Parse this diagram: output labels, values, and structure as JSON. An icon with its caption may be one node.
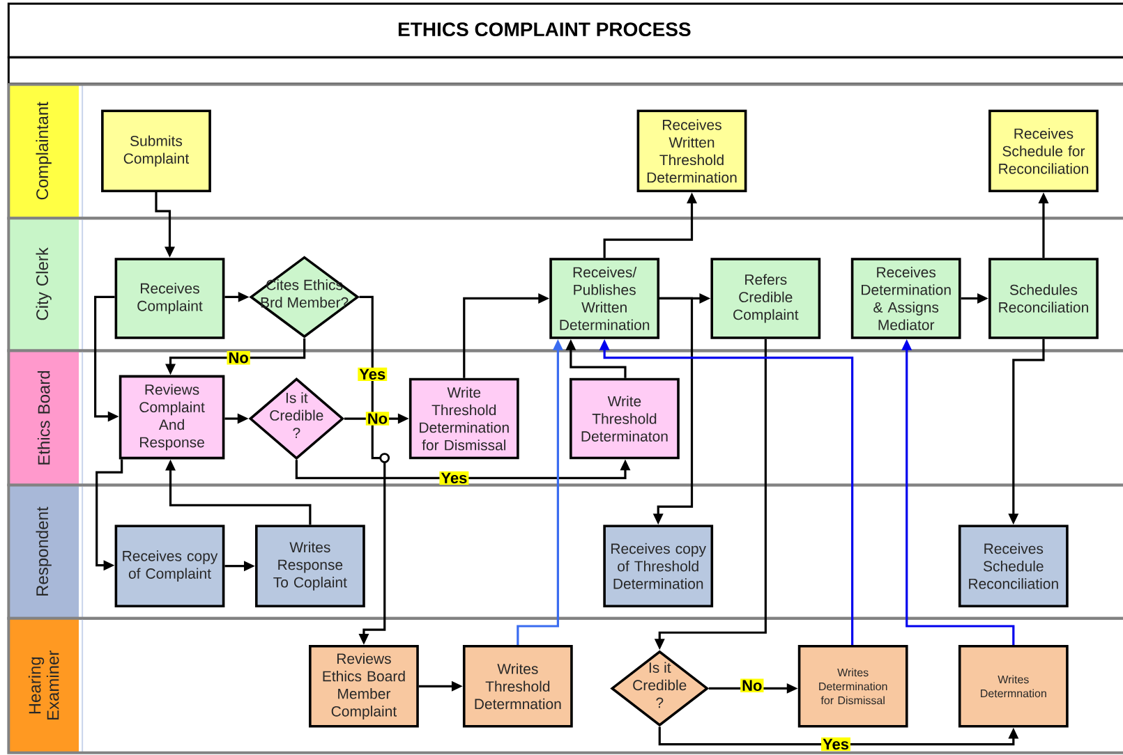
{
  "diagram": {
    "title": "ETHICS COMPLAINT PROCESS",
    "nodes": [
      {
        "text": [
          "Complaintant"
        ]
      },
      {
        "text": [
          "City Clerk"
        ]
      },
      {
        "text": [
          "Ethics Board"
        ]
      },
      {
        "text": [
          "Respondent"
        ]
      },
      {
        "text": [
          "Hearing Examiner"
        ]
      },
      {
        "text": [
          "Submits Complaint"
        ],
        "in": 0
      },
      {
        "text": [
          "Receives Written Threshold Determination"
        ],
        "in": 0
      },
      {
        "text": [
          "Receives Schedule for Reconciliation"
        ],
        "in": 0
      },
      {
        "text": [
          "Receives Complaint"
        ],
        "in": 1
      },
      {
        "text": [
          "Cites Ethics Brd Member?"
        ],
        "in": 1
      },
      {
        "text": [
          "Receives/ Publishes Written Determination"
        ],
        "in": 1
      },
      {
        "text": [
          "Refers Credible Complaint"
        ],
        "in": 1
      },
      {
        "text": [
          "Receives Determination & Assigns Mediator"
        ],
        "in": 1
      },
      {
        "text": [
          "Schedules Reconciliation"
        ],
        "in": 1
      },
      {
        "text": [
          "Reviews Complaint And Response"
        ],
        "in": 2
      },
      {
        "text": [
          "Is it Credible ?"
        ],
        "in": 2
      },
      {
        "text": [
          "Write Threshold Determination for Dismissal"
        ],
        "in": 2
      },
      {
        "text": [
          "Write Threshold Determinaton"
        ],
        "in": 2
      },
      {
        "text": [
          "Receives copy of Complaint"
        ],
        "in": 3
      },
      {
        "text": [
          "Writes Response To Coplaint"
        ],
        "in": 3
      },
      {
        "text": [
          "Receives copy of Threshold Determination"
        ],
        "in": 3
      },
      {
        "text": [
          "Receives Schedule Reconciliation"
        ],
        "in": 3
      },
      {
        "text": [
          "Reviews Ethics Board Member Complaint"
        ],
        "in": 4
      },
      {
        "text": [
          "Writes Threshold Determnation"
        ],
        "in": 4
      },
      {
        "text": [
          "Is it Credible ?"
        ],
        "in": 4
      },
      {
        "text": [
          "Writes Determination for Dismissal"
        ],
        "in": 4
      },
      {
        "text": [
          "Writes Determnation"
        ],
        "in": 4
      }
    ],
    "edges": [
      {
        "from": 5,
        "to": 8,
        "arrow": "to"
      },
      {
        "from": 8,
        "to": 9,
        "arrow": "to"
      },
      {
        "from": 9,
        "to": 14,
        "arrow": "to",
        "label": "No"
      },
      {
        "from": 9,
        "to": 22,
        "arrow": "to",
        "label": "Yes"
      },
      {
        "from": 8,
        "to": 14,
        "arrow": "to"
      },
      {
        "from": 14,
        "to": 18,
        "arrow": "to"
      },
      {
        "from": 14,
        "to": 15,
        "arrow": "to"
      },
      {
        "from": 15,
        "to": 16,
        "arrow": "to",
        "label": "No"
      },
      {
        "from": 15,
        "to": 17,
        "arrow": "to",
        "label": "Yes"
      },
      {
        "from": 16,
        "to": 10,
        "arrow": "to"
      },
      {
        "from": 17,
        "to": 10,
        "arrow": "to"
      },
      {
        "from": 10,
        "to": 6,
        "arrow": "to"
      },
      {
        "from": 10,
        "to": 11,
        "arrow": "to"
      },
      {
        "from": 10,
        "to": 20,
        "arrow": "to"
      },
      {
        "from": 12,
        "to": 13,
        "arrow": "to"
      },
      {
        "from": 13,
        "to": 7,
        "arrow": "to"
      },
      {
        "from": 13,
        "to": 21,
        "arrow": "to"
      },
      {
        "from": 19,
        "to": 14,
        "arrow": "to"
      },
      {
        "from": 18,
        "to": 19,
        "arrow": "to"
      },
      {
        "from": 11,
        "to": 24,
        "arrow": "to"
      },
      {
        "from": 22,
        "to": 23,
        "arrow": "to"
      },
      {
        "from": 23,
        "to": 10,
        "arrow": "to",
        "color": "#3a6cf0"
      },
      {
        "from": 24,
        "to": 25,
        "arrow": "to",
        "label": "No"
      },
      {
        "from": 24,
        "to": 26,
        "arrow": "to",
        "label": "Yes"
      },
      {
        "from": 25,
        "to": 10,
        "arrow": "to",
        "color": "#0000ee"
      },
      {
        "from": 26,
        "to": 12,
        "arrow": "to",
        "color": "#0000ee"
      }
    ]
  }
}
